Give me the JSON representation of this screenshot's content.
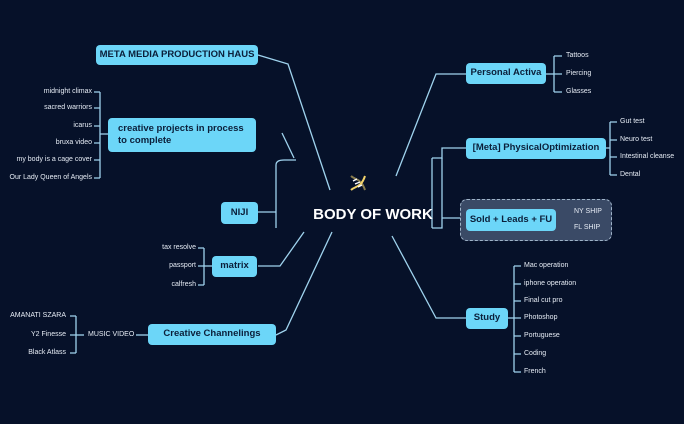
{
  "center": {
    "title": "BODY OF WORK",
    "icon": "dna-icon"
  },
  "left": {
    "meta_media": "META MEDIA PRODUCTION HAUS",
    "creative_projects": {
      "label": "creative projects in process to complete",
      "items": [
        "midnight climax",
        "sacred warriors",
        "icarus",
        "bruxa video",
        "my body is a cage cover",
        "Our Lady Queen of Angels"
      ]
    },
    "niji": "NIJI",
    "matrix": {
      "label": "matrix",
      "items": [
        "tax resolve",
        "passport",
        "calfresh"
      ]
    },
    "creative_channelings": {
      "label": "Creative Channelings",
      "sub_label": "MUSIC VIDEO",
      "items": [
        "AMANATI SZARA",
        "Y2 Finesse",
        "Black Atlass"
      ]
    }
  },
  "right": {
    "personal_activa": {
      "label": "Personal Activa",
      "items": [
        "Tattoos",
        "Piercing",
        "Glasses"
      ]
    },
    "physical_optimization": {
      "label": "[Meta] PhysicalOptimization",
      "items": [
        "Gut test",
        "Neuro test",
        "Intestinal cleanse",
        "Dental"
      ]
    },
    "sold_leads": {
      "label": "Sold + Leads + FU",
      "items": [
        "NY SHIP",
        "FL SHIP"
      ]
    },
    "study": {
      "label": "Study",
      "items": [
        "Mac operation",
        "iphone operation",
        "Final cut pro",
        "Photoshop",
        "Portuguese",
        "Coding",
        "French"
      ]
    }
  },
  "colors": {
    "background": "#061129",
    "node_fill": "#6cd6f8",
    "node_text": "#0b1f3a",
    "line": "#9fd3ee",
    "group_fill": "#3a4a66"
  }
}
